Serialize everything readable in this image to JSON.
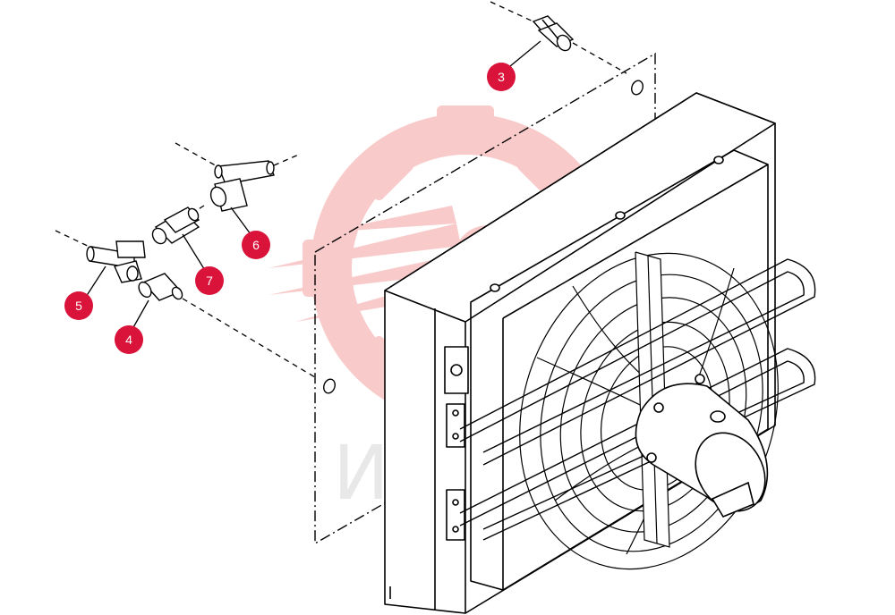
{
  "watermark": {
    "text": "ИНТЕХ",
    "color": "#f4b8b8"
  },
  "callout_color": "#d9133a",
  "callouts": [
    {
      "id": "callout-3",
      "label": "3"
    },
    {
      "id": "callout-4",
      "label": "4"
    },
    {
      "id": "callout-5",
      "label": "5"
    },
    {
      "id": "callout-6",
      "label": "6"
    },
    {
      "id": "callout-7",
      "label": "7"
    }
  ],
  "parts": {
    "assembly": "oil-cooler-fan-assembly",
    "fittings": [
      "straight-fitting",
      "adapter-fitting",
      "tee-fitting",
      "tee-fitting",
      "adapter-fitting"
    ]
  }
}
